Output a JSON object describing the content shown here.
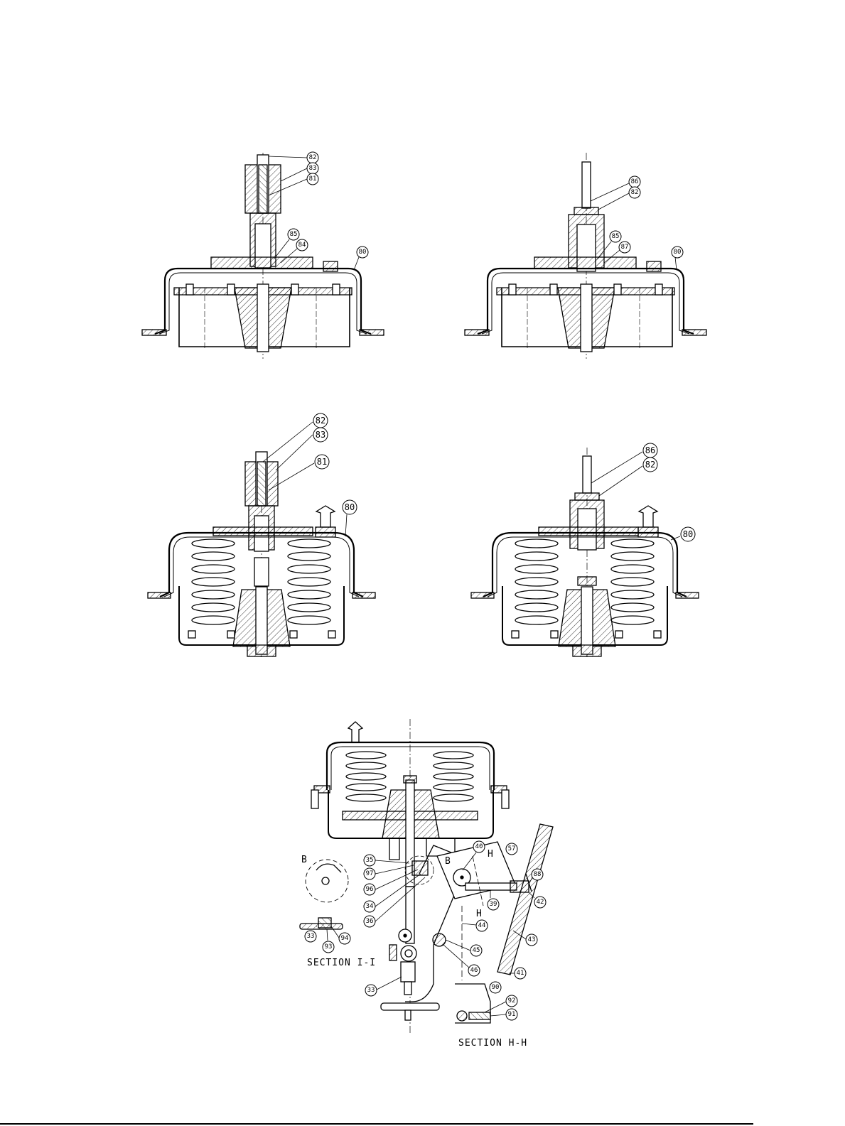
{
  "views": [
    {
      "id": "view1",
      "callouts": [
        "82",
        "83",
        "81",
        "85",
        "84",
        "80"
      ]
    },
    {
      "id": "view2",
      "callouts": [
        "86",
        "82",
        "85",
        "87",
        "80"
      ]
    },
    {
      "id": "view3",
      "callouts": [
        "82",
        "83",
        "81",
        "80"
      ]
    },
    {
      "id": "view4",
      "callouts": [
        "86",
        "82",
        "80"
      ]
    }
  ],
  "assembly": {
    "callouts": [
      "35",
      "97",
      "96",
      "34",
      "36",
      "40",
      "57",
      "88",
      "39",
      "42",
      "44",
      "43",
      "45",
      "46",
      "41",
      "33",
      "90",
      "92",
      "91"
    ],
    "section_i_i": {
      "label": "SECTION I-I",
      "callouts": [
        "33",
        "94",
        "93"
      ]
    },
    "section_h_h": {
      "label": "SECTION H-H"
    },
    "detail_b": {
      "label": "B",
      "marker": "B"
    },
    "cut_label_h_top": "H",
    "cut_label_h_bottom": "H"
  }
}
